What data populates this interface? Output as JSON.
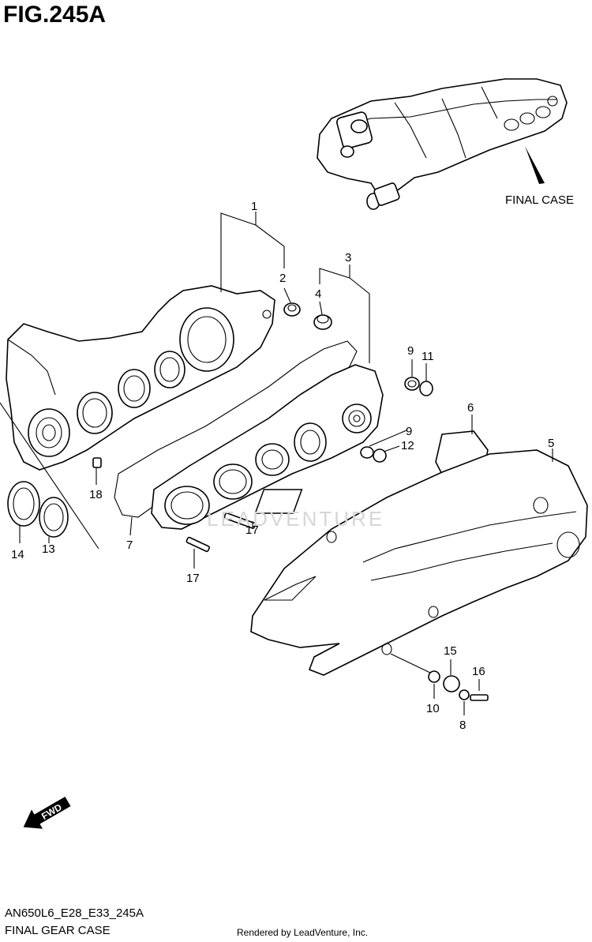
{
  "figure": {
    "title": "FIG.245A",
    "code": "AN650L6_E28_E33_245A",
    "name": "FINAL GEAR CASE",
    "credit": "Rendered by LeadVenture, Inc.",
    "watermark": "LEADVENTURE",
    "fwd_label": "FWD"
  },
  "reference_label": "FINAL CASE",
  "callouts": [
    "1",
    "2",
    "3",
    "4",
    "9",
    "11",
    "9",
    "12",
    "6",
    "5",
    "18",
    "14",
    "13",
    "7",
    "17",
    "17",
    "15",
    "16",
    "10",
    "8"
  ]
}
